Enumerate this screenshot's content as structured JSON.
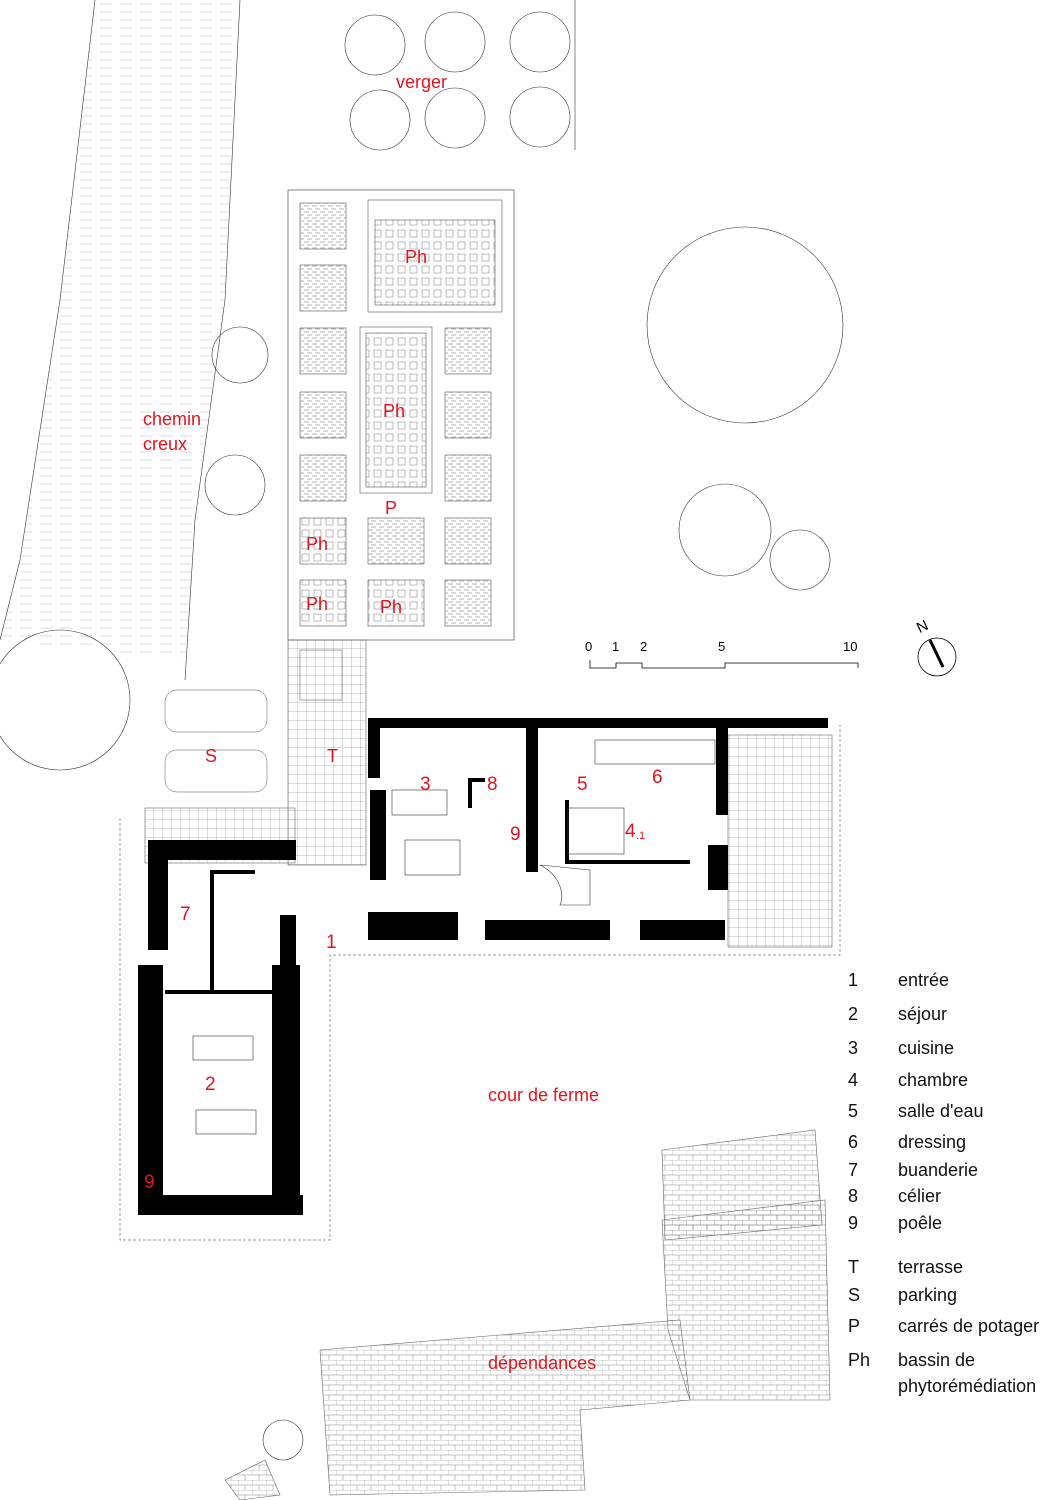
{
  "labels": {
    "verger": "verger",
    "chemin_line1": "chemin",
    "chemin_line2": "creux",
    "ph": "Ph",
    "p": "P",
    "s": "S",
    "t": "T",
    "cour": "cour de ferme",
    "dependances": "dépendances",
    "room_1": "1",
    "room_2": "2",
    "room_3": "3",
    "room_4": "4",
    "room_4_sub": ".1",
    "room_5": "5",
    "room_6": "6",
    "room_7": "7",
    "room_8": "8",
    "room_9a": "9",
    "room_9b": "9"
  },
  "scale_bar": {
    "ticks": [
      "0",
      "1",
      "2",
      "5",
      "10"
    ]
  },
  "north": {
    "label": "N"
  },
  "legend": [
    {
      "key": "1",
      "value": "entrée"
    },
    {
      "key": "2",
      "value": "séjour"
    },
    {
      "key": "3",
      "value": "cuisine"
    },
    {
      "key": "4",
      "value": "chambre"
    },
    {
      "key": "5",
      "value": "salle d'eau"
    },
    {
      "key": "6",
      "value": "dressing"
    },
    {
      "key": "7",
      "value": "buanderie"
    },
    {
      "key": "8",
      "value": "célier"
    },
    {
      "key": "9",
      "value": "poêle"
    },
    {
      "key": "T",
      "value": "terrasse"
    },
    {
      "key": "S",
      "value": "parking"
    },
    {
      "key": "P",
      "value": "carrés de potager"
    },
    {
      "key": "Ph",
      "value": "bassin de"
    },
    {
      "key": "",
      "value": "phytorémédiation"
    }
  ],
  "colors": {
    "label_red": "#e0141e",
    "wall": "#000000"
  }
}
